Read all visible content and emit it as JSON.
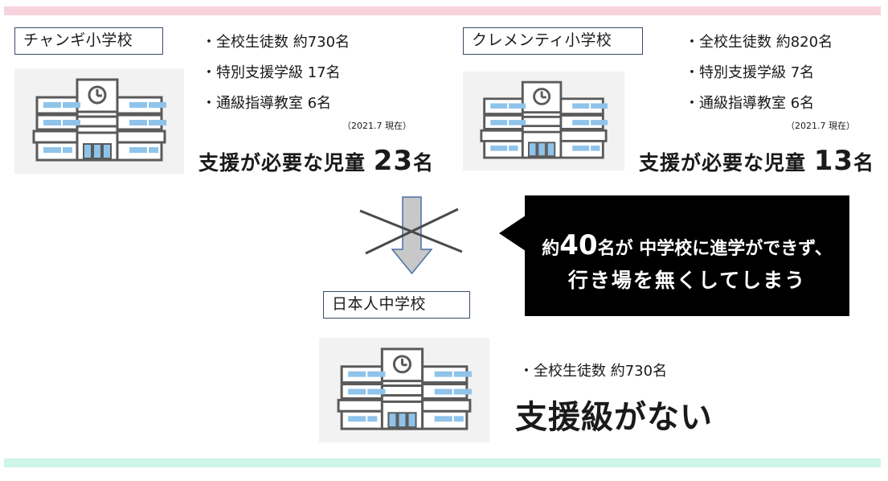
{
  "colors": {
    "top_bar": "#f7d3dd",
    "bottom_bar": "#cef5ea",
    "box_border": "#3b4a66",
    "window_blue": "#8fc3ea",
    "building_gray": "#5a5a5a",
    "callout_bg": "#000000",
    "arrow_fill": "#c8c8c8",
    "cross": "#4a4a4a"
  },
  "icons": {
    "building": "school-building-icon",
    "arrow": "down-arrow-icon",
    "cross": "cross-mark-icon"
  },
  "school_left": {
    "name": "チャンギ小学校",
    "stats": [
      "・全校生徒数 約730名",
      "・特別支援学級 17名",
      "・通級指導教室 6名"
    ],
    "note": "（2021.7 現在）",
    "headline_prefix": "支援が必要な児童 ",
    "headline_number": "23",
    "headline_suffix": "名"
  },
  "school_right": {
    "name": "クレメンティ小学校",
    "stats": [
      "・全校生徒数 約820名",
      "・特別支援学級 7名",
      "・通級指導教室 6名"
    ],
    "note": "（2021.7 現在）",
    "headline_prefix": "支援が必要な児童 ",
    "headline_number": "13",
    "headline_suffix": "名"
  },
  "callout": {
    "line1_prefix": "約",
    "line1_number": "40",
    "line1_suffix": "名が 中学校に進学ができず、",
    "line2": "行き場を無くしてしまう"
  },
  "school_jhs": {
    "name": "日本人中学校",
    "stat": "・全校生徒数 約730名",
    "headline": "支援級がない"
  }
}
